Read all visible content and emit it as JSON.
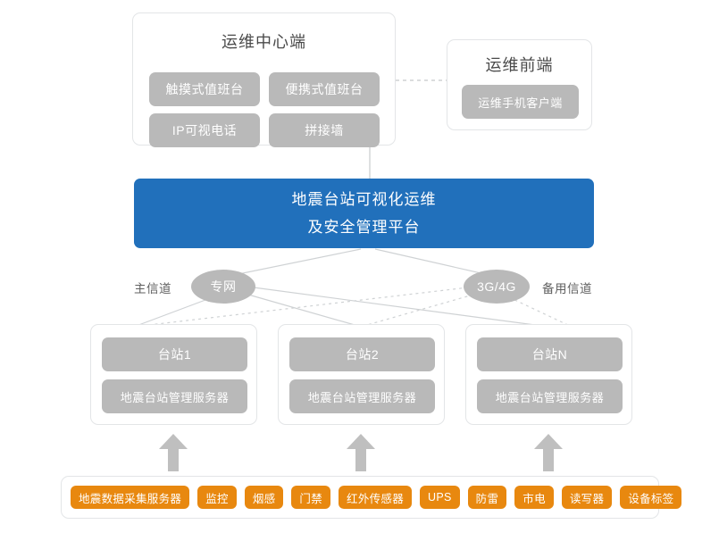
{
  "diagram": {
    "title": "地震台站可视化运维及安全管理平台架构图",
    "colors": {
      "blue": "#2170bb",
      "gray_button": "#b9b9b9",
      "orange_tag": "#e8880f",
      "panel_border": "#e3e5e7",
      "arrow_gray": "#bfbfbf",
      "link_line": "#cfd2d4",
      "text_dark": "#4a4a4a",
      "text_label": "#606060"
    }
  },
  "center_panel": {
    "title": "运维中心端",
    "buttons": [
      {
        "label": "触摸式值班台"
      },
      {
        "label": "便携式值班台"
      },
      {
        "label": "IP可视电话"
      },
      {
        "label": "拼接墙"
      }
    ]
  },
  "front_panel": {
    "title": "运维前端",
    "buttons": [
      {
        "label": "运维手机客户端"
      }
    ]
  },
  "platform": {
    "line1": "地震台站可视化运维",
    "line2": "及安全管理平台"
  },
  "channels": {
    "main_label": "主信道",
    "main_node": "专网",
    "backup_node": "3G/4G",
    "backup_label": "备用信道"
  },
  "stations": [
    {
      "name": "台站1",
      "server": "地震台站管理服务器"
    },
    {
      "name": "台站2",
      "server": "地震台站管理服务器"
    },
    {
      "name": "台站N",
      "server": "地震台站管理服务器"
    }
  ],
  "devices": {
    "tags": [
      {
        "label": "地震数据采集服务器"
      },
      {
        "label": "监控"
      },
      {
        "label": "烟感"
      },
      {
        "label": "门禁"
      },
      {
        "label": "红外传感器"
      },
      {
        "label": "UPS"
      },
      {
        "label": "防雷"
      },
      {
        "label": "市电"
      },
      {
        "label": "读写器"
      },
      {
        "label": "设备标签"
      }
    ]
  },
  "chart_data": {
    "type": "diagram",
    "layers": [
      {
        "name": "运维中心端",
        "nodes": [
          "触摸式值班台",
          "便携式值班台",
          "IP可视电话",
          "拼接墙"
        ]
      },
      {
        "name": "运维前端",
        "nodes": [
          "运维手机客户端"
        ]
      },
      {
        "name": "平台",
        "nodes": [
          "地震台站可视化运维及安全管理平台"
        ]
      },
      {
        "name": "信道",
        "nodes": [
          "专网",
          "3G/4G"
        ]
      },
      {
        "name": "台站",
        "nodes": [
          "台站1",
          "台站2",
          "台站N"
        ]
      },
      {
        "name": "设备",
        "nodes": [
          "地震数据采集服务器",
          "监控",
          "烟感",
          "门禁",
          "红外传感器",
          "UPS",
          "防雷",
          "市电",
          "读写器",
          "设备标签"
        ]
      }
    ]
  }
}
